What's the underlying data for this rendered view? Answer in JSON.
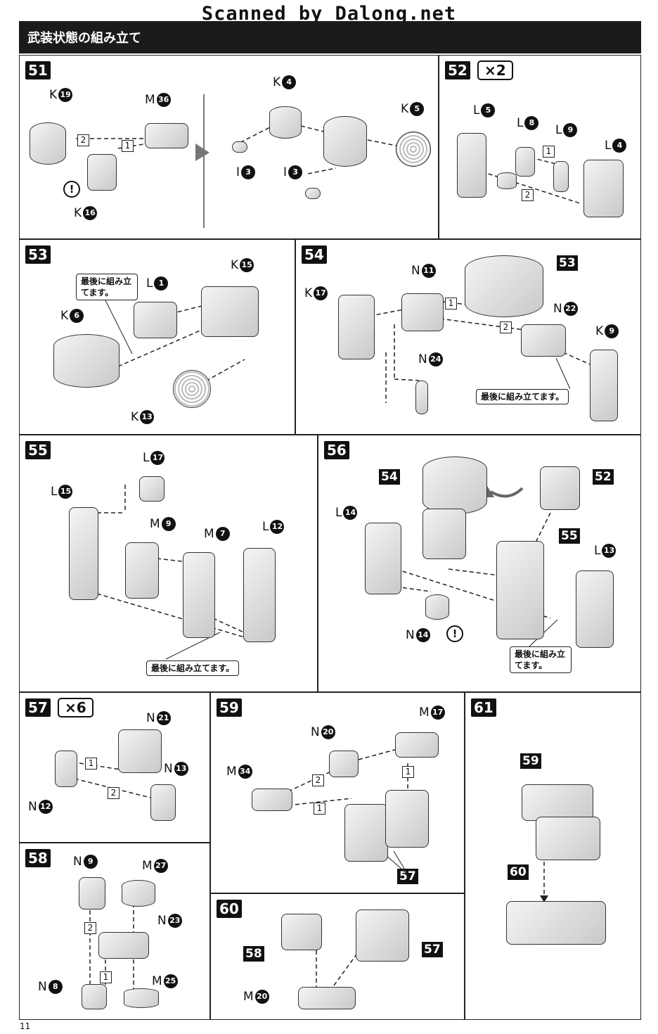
{
  "watermark": "Scanned by Dalong.net",
  "header": {
    "title": "武装状態の組み立て"
  },
  "page_number": "11",
  "steps": {
    "s51": {
      "num": "51",
      "labels": {
        "k19": "K",
        "m36": "M",
        "k4": "K",
        "k5": "K",
        "i3a": "I",
        "i3b": "I",
        "k16": "K"
      },
      "nums": {
        "k19": "19",
        "m36": "36",
        "k4": "4",
        "k5": "5",
        "i3a": "3",
        "i3b": "3",
        "k16": "16"
      },
      "order1": "1",
      "order2": "2"
    },
    "s52": {
      "num": "52",
      "mult": "×2",
      "labels": {
        "l5": "L",
        "l8": "L",
        "l9": "L",
        "l4": "L"
      },
      "nums": {
        "l5": "5",
        "l8": "8",
        "l9": "9",
        "l4": "4"
      },
      "order1": "1",
      "order2": "2"
    },
    "s53": {
      "num": "53",
      "note": "最後に組み立てます。",
      "labels": {
        "l1": "L",
        "k15": "K",
        "k6": "K",
        "k13": "K"
      },
      "nums": {
        "l1": "1",
        "k15": "15",
        "k6": "6",
        "k13": "13"
      }
    },
    "s54": {
      "num": "54",
      "ref": "53",
      "note": "最後に組み立てます。",
      "labels": {
        "n11": "N",
        "k17": "K",
        "n22": "N",
        "k9": "K",
        "n24": "N"
      },
      "nums": {
        "n11": "11",
        "k17": "17",
        "n22": "22",
        "k9": "9",
        "n24": "24"
      },
      "order1": "1",
      "order2": "2"
    },
    "s55": {
      "num": "55",
      "note": "最後に組み立てます。",
      "labels": {
        "l17": "L",
        "l15": "L",
        "m9": "M",
        "m7": "M",
        "l12": "L"
      },
      "nums": {
        "l17": "17",
        "l15": "15",
        "m9": "9",
        "m7": "7",
        "l12": "12"
      }
    },
    "s56": {
      "num": "56",
      "refs": {
        "a": "54",
        "b": "52",
        "c": "55"
      },
      "note": "最後に組み立てます。",
      "labels": {
        "l14": "L",
        "l13": "L",
        "n14": "N"
      },
      "nums": {
        "l14": "14",
        "l13": "13",
        "n14": "14"
      }
    },
    "s57": {
      "num": "57",
      "mult": "×6",
      "labels": {
        "n21": "N",
        "n13": "N",
        "n12": "N"
      },
      "nums": {
        "n21": "21",
        "n13": "13",
        "n12": "12"
      },
      "order1": "1",
      "order2": "2"
    },
    "s58": {
      "num": "58",
      "labels": {
        "n9": "N",
        "m27": "M",
        "n23": "N",
        "n8": "N",
        "m25": "M"
      },
      "nums": {
        "n9": "9",
        "m27": "27",
        "n23": "23",
        "n8": "8",
        "m25": "25"
      },
      "order1": "1",
      "order2": "2"
    },
    "s59": {
      "num": "59",
      "ref": "57",
      "labels": {
        "n20": "N",
        "m17": "M",
        "m34": "M"
      },
      "nums": {
        "n20": "20",
        "m17": "17",
        "m34": "34"
      },
      "order1": "1",
      "order2": "2"
    },
    "s60": {
      "num": "60",
      "refs": {
        "a": "58",
        "b": "57"
      },
      "labels": {
        "m20": "M"
      },
      "nums": {
        "m20": "20"
      }
    },
    "s61": {
      "num": "61",
      "refs": {
        "a": "59",
        "b": "60"
      }
    }
  }
}
